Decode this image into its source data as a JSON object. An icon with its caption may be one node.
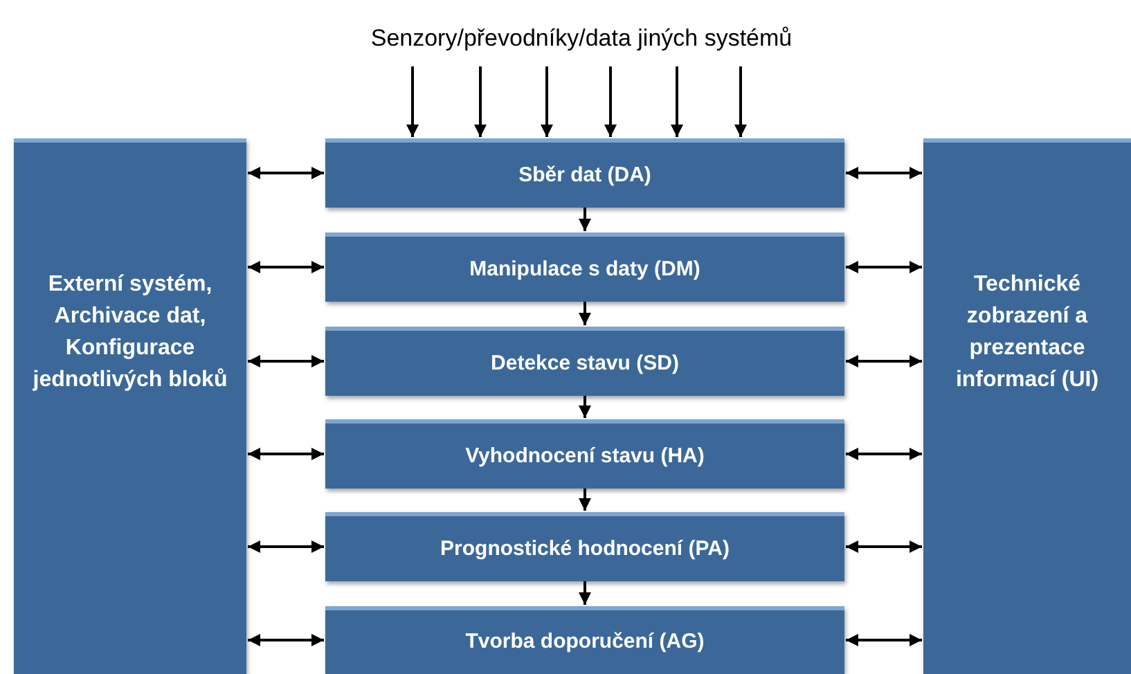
{
  "diagram": {
    "nodes": [
      {
        "text": [
          "Senzory/převodníky/data jiných systémů"
        ]
      },
      {
        "text": [
          "Externí systém, Archivace dat, Konfigurace jednotlivých bloků"
        ]
      },
      {
        "text": [
          "Sběr dat (DA)"
        ]
      },
      {
        "text": [
          "Manipulace s daty (DM)"
        ]
      },
      {
        "text": [
          "Detekce stavu (SD)"
        ]
      },
      {
        "text": [
          "Vyhodnocení stavu (HA)"
        ]
      },
      {
        "text": [
          "Prognostické hodnocení (PA)"
        ]
      },
      {
        "text": [
          "Tvorba doporučení (AG)"
        ]
      },
      {
        "text": [
          "Technické zobrazení a prezentace informací (UI)"
        ]
      }
    ],
    "edges": [
      {
        "from": 0,
        "to": 2,
        "arrow": "to"
      },
      {
        "from": 0,
        "to": 2,
        "arrow": "to"
      },
      {
        "from": 0,
        "to": 2,
        "arrow": "to"
      },
      {
        "from": 0,
        "to": 2,
        "arrow": "to"
      },
      {
        "from": 0,
        "to": 2,
        "arrow": "to"
      },
      {
        "from": 0,
        "to": 2,
        "arrow": "to"
      },
      {
        "from": 2,
        "to": 3,
        "arrow": "to"
      },
      {
        "from": 3,
        "to": 4,
        "arrow": "to"
      },
      {
        "from": 4,
        "to": 5,
        "arrow": "to"
      },
      {
        "from": 5,
        "to": 6,
        "arrow": "to"
      },
      {
        "from": 6,
        "to": 7,
        "arrow": "to"
      },
      {
        "from": 1,
        "to": 2,
        "arrow": "both"
      },
      {
        "from": 1,
        "to": 3,
        "arrow": "both"
      },
      {
        "from": 1,
        "to": 4,
        "arrow": "both"
      },
      {
        "from": 1,
        "to": 5,
        "arrow": "both"
      },
      {
        "from": 1,
        "to": 6,
        "arrow": "both"
      },
      {
        "from": 1,
        "to": 7,
        "arrow": "both"
      },
      {
        "from": 2,
        "to": 8,
        "arrow": "both"
      },
      {
        "from": 3,
        "to": 8,
        "arrow": "both"
      },
      {
        "from": 4,
        "to": 8,
        "arrow": "both"
      },
      {
        "from": 5,
        "to": 8,
        "arrow": "both"
      },
      {
        "from": 6,
        "to": 8,
        "arrow": "both"
      },
      {
        "from": 7,
        "to": 8,
        "arrow": "both"
      }
    ]
  }
}
